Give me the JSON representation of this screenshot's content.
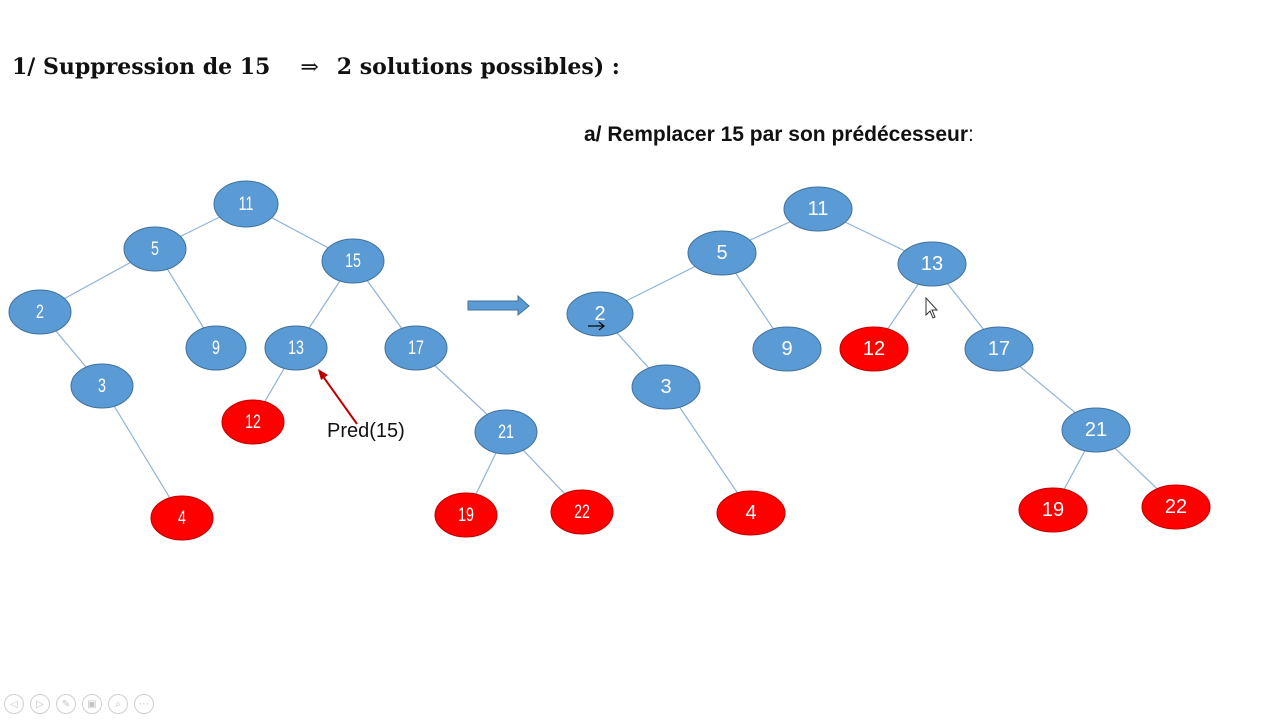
{
  "title": {
    "text_left": "1/ Suppression de 15",
    "arrow": "⇒",
    "text_right": "2 solutions possibles) :"
  },
  "subtitle": {
    "text": "a/ Remplacer 15 par son prédécesseur",
    "colon": ":"
  },
  "annotation": {
    "label": "Pred(15)"
  },
  "colors": {
    "blue_node": "#5b9bd5",
    "red_node": "#ff0000",
    "edge": "#8fb3d9",
    "pred_arrow": "#c00000",
    "transition_arrow": "#5b9bd5"
  },
  "left_tree": {
    "nodes": [
      {
        "id": "L11",
        "label": "11",
        "color": "blue"
      },
      {
        "id": "L5",
        "label": "5",
        "color": "blue"
      },
      {
        "id": "L15",
        "label": "15",
        "color": "blue"
      },
      {
        "id": "L2",
        "label": "2",
        "color": "blue"
      },
      {
        "id": "L9",
        "label": "9",
        "color": "blue"
      },
      {
        "id": "L13",
        "label": "13",
        "color": "blue"
      },
      {
        "id": "L17",
        "label": "17",
        "color": "blue"
      },
      {
        "id": "L3",
        "label": "3",
        "color": "blue"
      },
      {
        "id": "L12",
        "label": "12",
        "color": "red"
      },
      {
        "id": "L21",
        "label": "21",
        "color": "blue"
      },
      {
        "id": "L4",
        "label": "4",
        "color": "red"
      },
      {
        "id": "L19",
        "label": "19",
        "color": "red"
      },
      {
        "id": "L22",
        "label": "22",
        "color": "red"
      }
    ]
  },
  "right_tree": {
    "nodes": [
      {
        "id": "R11",
        "label": "11",
        "color": "blue"
      },
      {
        "id": "R5",
        "label": "5",
        "color": "blue"
      },
      {
        "id": "R13",
        "label": "13",
        "color": "blue"
      },
      {
        "id": "R2",
        "label": "2",
        "color": "blue"
      },
      {
        "id": "R9",
        "label": "9",
        "color": "blue"
      },
      {
        "id": "R12",
        "label": "12",
        "color": "red"
      },
      {
        "id": "R17",
        "label": "17",
        "color": "blue"
      },
      {
        "id": "R3",
        "label": "3",
        "color": "blue"
      },
      {
        "id": "R21",
        "label": "21",
        "color": "blue"
      },
      {
        "id": "R4",
        "label": "4",
        "color": "red"
      },
      {
        "id": "R19",
        "label": "19",
        "color": "red"
      },
      {
        "id": "R22",
        "label": "22",
        "color": "red"
      }
    ]
  },
  "toolbar": {
    "buttons": [
      {
        "icon": "previous-icon",
        "glyph": "◁"
      },
      {
        "icon": "next-icon",
        "glyph": "▷"
      },
      {
        "icon": "pen-icon",
        "glyph": "✎"
      },
      {
        "icon": "slides-icon",
        "glyph": "▣"
      },
      {
        "icon": "zoom-icon",
        "glyph": "⌕"
      },
      {
        "icon": "more-icon",
        "glyph": "⋯"
      }
    ]
  }
}
